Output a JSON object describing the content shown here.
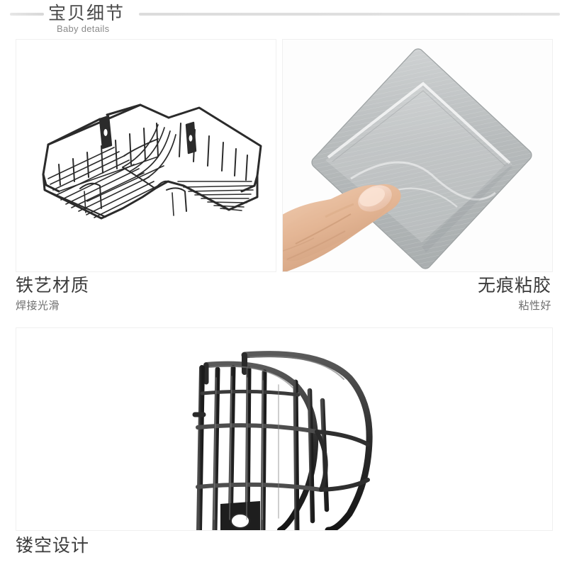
{
  "header": {
    "title_cn": "宝贝细节",
    "title_en": "Baby details",
    "left_rule": "decorative-line",
    "right_rule": "decorative-line"
  },
  "sections": [
    {
      "id": "iron-material",
      "image_alt": "black-wire-corner-shelf",
      "caption": "铁艺材质",
      "subcaption": "焊接光滑"
    },
    {
      "id": "seamless-adhesive",
      "image_alt": "hand-holding-adhesive-patch",
      "caption": "无痕粘胶",
      "subcaption": "粘性好"
    },
    {
      "id": "hollow-design",
      "image_alt": "wire-rack-closeup-vertical-bars",
      "caption": "镂空设计",
      "subcaption": ""
    }
  ],
  "colors": {
    "background": "#ffffff",
    "wire": "#2a2a2a",
    "caption": "#3b3b3b",
    "subcaption": "#6e6e6e",
    "rule": "#dcdcdc",
    "panel_border": "#f0f0f0",
    "patch_gray": "#b9bcbd",
    "skin": "#e7bfa4"
  }
}
